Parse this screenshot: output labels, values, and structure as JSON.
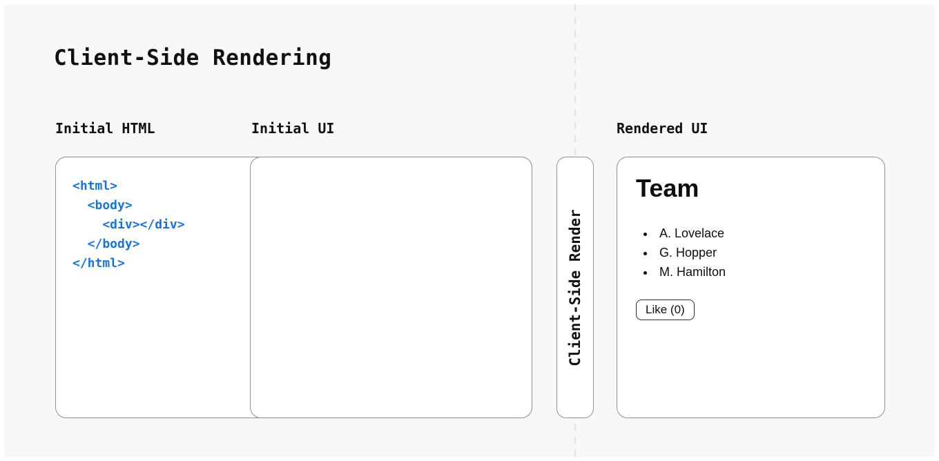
{
  "title": "Client-Side Rendering",
  "columns": {
    "initial_html_label": "Initial HTML",
    "initial_ui_label": "Initial UI",
    "rendered_ui_label": "Rendered UI"
  },
  "initial_html_panel": {
    "code_lines": [
      "<html>",
      "  <body>",
      "    <div></div>",
      "  </body>",
      "</html>"
    ]
  },
  "initial_ui_panel": {},
  "transform_pill": {
    "label": "Client-Side Render"
  },
  "rendered_ui_panel": {
    "heading": "Team",
    "members": [
      "A. Lovelace",
      "G. Hopper",
      "M. Hamilton"
    ],
    "like_button_label": "Like (0)"
  },
  "colors": {
    "canvas_background": "#f8f8f6",
    "panel_border": "#909090",
    "code_text": "#1673e6",
    "dashed_divider": "#e2e2e2",
    "text": "#111111"
  }
}
